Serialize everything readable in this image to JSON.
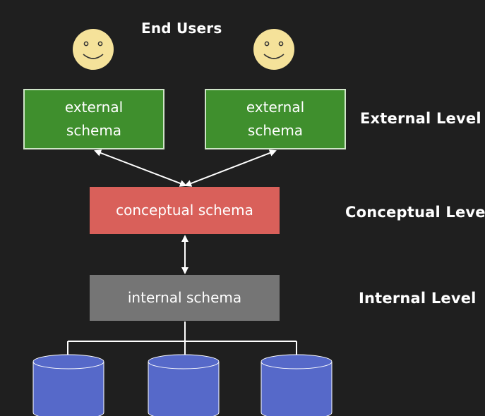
{
  "end_users_label": "End Users",
  "external_schemas": [
    {
      "line1": "external",
      "line2": "schema"
    },
    {
      "line1": "external",
      "line2": "schema"
    }
  ],
  "conceptual_schema": "conceptual schema",
  "internal_schema": "internal schema",
  "levels": {
    "external": "External Level",
    "conceptual": "Conceptual Level",
    "internal": "Internal Level"
  },
  "colors": {
    "background": "#1f1f1f",
    "external_box": "#3f8f2d",
    "conceptual_box": "#d9605a",
    "internal_box": "#757575",
    "database": "#5669c9",
    "smiley": "#f5e29a"
  },
  "icons": {
    "user": "smiley-face-icon",
    "storage": "database-cylinder-icon"
  }
}
